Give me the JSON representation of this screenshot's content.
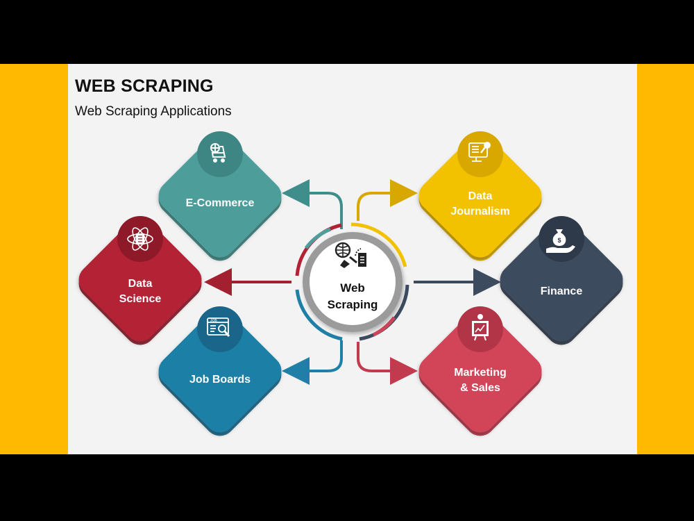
{
  "slide": {
    "title": "WEB SCRAPING",
    "subtitle": "Web Scraping Applications"
  },
  "center": {
    "line1": "Web",
    "line2": "Scraping",
    "icon": "web-scraping-icon"
  },
  "applications": [
    {
      "id": "ecommerce",
      "line1": "E-Commerce",
      "line2": "",
      "color": "#4E9E9B",
      "icon": "shopping-cart-globe-icon"
    },
    {
      "id": "data-science",
      "line1": "Data",
      "line2": "Science",
      "color": "#B32234",
      "icon": "atom-document-icon"
    },
    {
      "id": "job-boards",
      "line1": "Job Boards",
      "line2": "",
      "color": "#1F7FA6",
      "icon": "job-search-icon"
    },
    {
      "id": "data-journalism",
      "line1": "Data",
      "line2": "Journalism",
      "color": "#F2C200",
      "icon": "news-microphone-icon"
    },
    {
      "id": "finance",
      "line1": "Finance",
      "line2": "",
      "color": "#3D4B5F",
      "icon": "money-bag-hand-icon"
    },
    {
      "id": "marketing-sales",
      "line1": "Marketing",
      "line2": "& Sales",
      "color": "#D24458",
      "icon": "presentation-chart-icon"
    }
  ],
  "colors": {
    "background": "#F3F3F3",
    "side_band": "#FFB900",
    "letterbox": "#000000"
  }
}
